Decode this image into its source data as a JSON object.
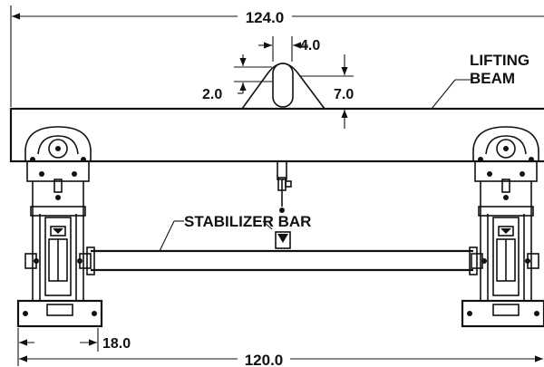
{
  "dimensions": {
    "overall_beam_length": "124.0",
    "lug_hole_width": "4.0",
    "lug_offset": "2.0",
    "lug_height": "7.0",
    "leg_spacing": "120.0",
    "base_offset": "18.0"
  },
  "labels": {
    "lifting_beam_line1": "LIFTING",
    "lifting_beam_line2": "BEAM",
    "stabilizer_bar": "STABILIZER BAR"
  }
}
